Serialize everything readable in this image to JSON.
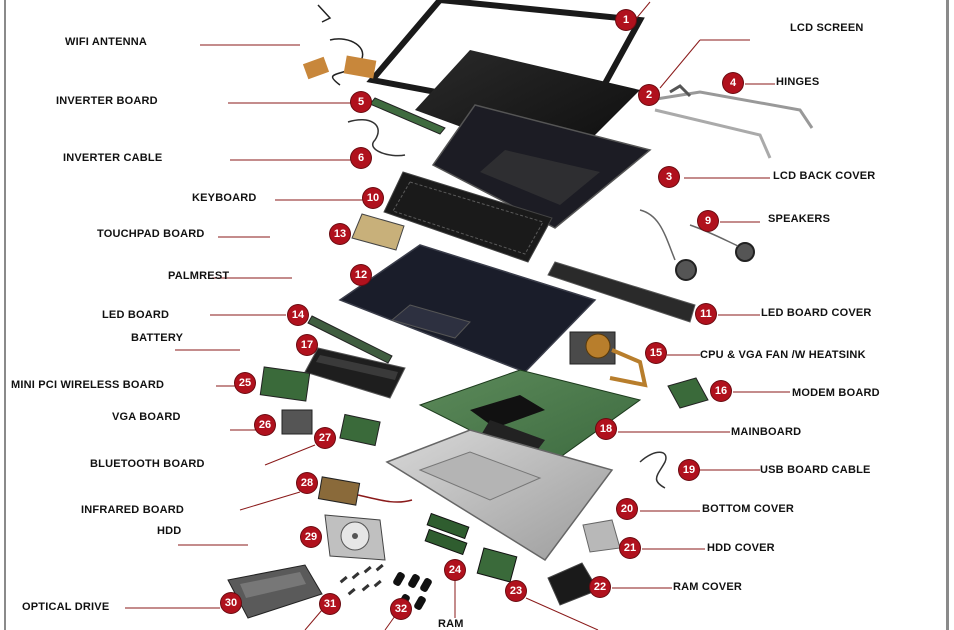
{
  "labels": {
    "lcd_screen": "LCD SCREEN",
    "hinges": "HINGES",
    "lcd_back_cover": "LCD BACK COVER",
    "speakers": "SPEAKERS",
    "led_board_cover": "LED BOARD COVER",
    "cpu_fan": "CPU & VGA FAN /W HEATSINK",
    "modem_board": "MODEM BOARD",
    "mainboard": "MAINBOARD",
    "usb_board_cable": "USB BOARD CABLE",
    "bottom_cover": "BOTTOM COVER",
    "hdd_cover": "HDD COVER",
    "ram_cover": "RAM COVER",
    "wifi_antenna": "WIFI ANTENNA",
    "inverter_board": "INVERTER BOARD",
    "inverter_cable": "INVERTER CABLE",
    "keyboard": "KEYBOARD",
    "touchpad_board": "TOUCHPAD BOARD",
    "palmrest": "PALMREST",
    "led_board": "LED BOARD",
    "battery": "BATTERY",
    "mini_pci_wireless_board": "MINI PCI WIRELESS BOARD",
    "vga_board": "VGA BOARD",
    "bluetooth_board": "BLUETOOTH BOARD",
    "infrared_board": "INFRARED BOARD",
    "hdd": "HDD",
    "optical_drive": "OPTICAL DRIVE",
    "ram": "RAM"
  },
  "badges": {
    "b1": "1",
    "b2": "2",
    "b3": "3",
    "b4": "4",
    "b5": "5",
    "b6": "6",
    "b9": "9",
    "b10": "10",
    "b11": "11",
    "b12": "12",
    "b13": "13",
    "b14": "14",
    "b15": "15",
    "b16": "16",
    "b17": "17",
    "b18": "18",
    "b19": "19",
    "b20": "20",
    "b21": "21",
    "b22": "22",
    "b23": "23",
    "b24": "24",
    "b25": "25",
    "b26": "26",
    "b27": "27",
    "b28": "28",
    "b29": "29",
    "b30": "30",
    "b31": "31",
    "b32": "32"
  },
  "colors": {
    "badge": "#b0111d",
    "leader_line": "#8a1a1a",
    "frame": "#8a8a8a"
  }
}
